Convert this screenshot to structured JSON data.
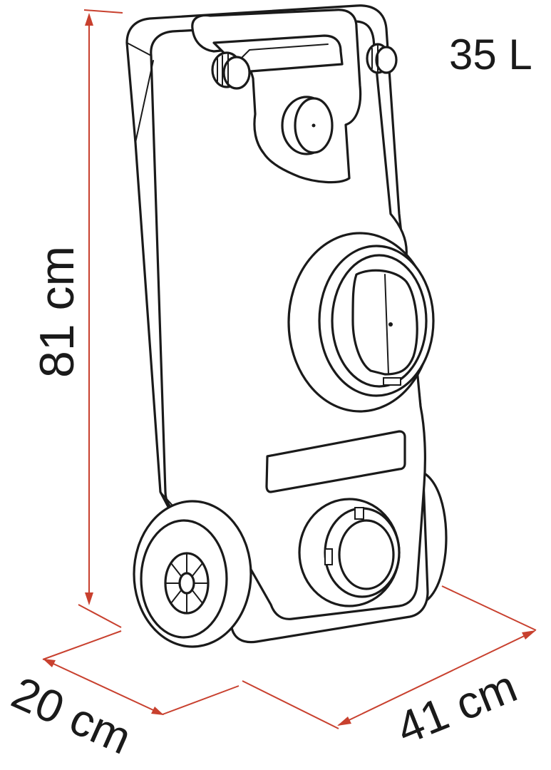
{
  "capacity_label": "35 L",
  "dimensions": {
    "height_label": "81 cm",
    "depth_label": "20 cm",
    "width_label": "41 cm"
  },
  "colors": {
    "dimension_line": "#c8402e",
    "outline": "#1a1a1a",
    "background": "#ffffff"
  },
  "icons": [
    "tank-body",
    "handle",
    "cap-left",
    "cap-right",
    "vent-cap",
    "main-valve",
    "drain-valve",
    "wheel-front",
    "wheel-rear"
  ]
}
